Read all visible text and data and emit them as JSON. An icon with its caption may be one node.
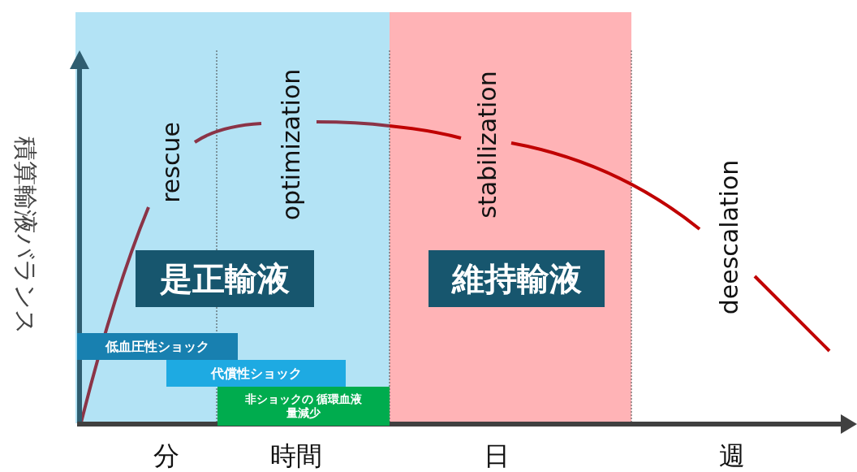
{
  "diagram": {
    "nodes": [
      {
        "text": [
          "是正輸液"
        ]
      },
      {
        "text": [
          "維持輸液"
        ]
      },
      {
        "text": [
          "低血圧性ショック"
        ]
      },
      {
        "text": [
          "代償性ショック"
        ]
      },
      {
        "text": [
          "非ショックの 循環血液量減少"
        ]
      }
    ],
    "labels": [
      "積算輸液バランス",
      "rescue",
      "optimization",
      "stabilization",
      "deescalation",
      "分",
      "時間",
      "日",
      "週"
    ]
  }
}
